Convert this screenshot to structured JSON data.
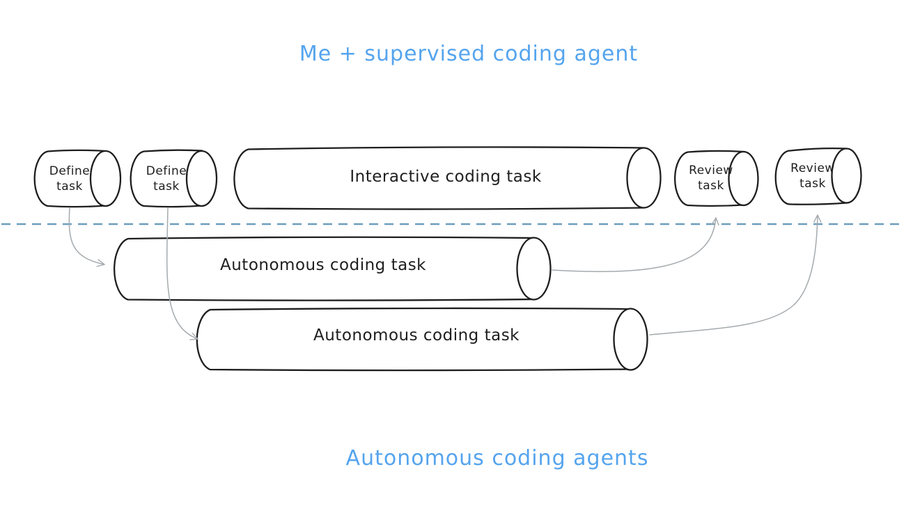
{
  "titles": {
    "top": "Me + supervised coding agent",
    "bottom": "Autonomous coding agents"
  },
  "nodes": {
    "define1": {
      "label": "Define task",
      "shape": "cylinder",
      "lane": "supervised"
    },
    "define2": {
      "label": "Define task",
      "shape": "cylinder",
      "lane": "supervised"
    },
    "interactive": {
      "label": "Interactive coding task",
      "shape": "cylinder",
      "lane": "supervised"
    },
    "review1": {
      "label": "Review task",
      "shape": "cylinder",
      "lane": "supervised"
    },
    "review2": {
      "label": "Review task",
      "shape": "cylinder",
      "lane": "supervised"
    },
    "auto1": {
      "label": "Autonomous coding task",
      "shape": "cylinder",
      "lane": "autonomous"
    },
    "auto2": {
      "label": "Autonomous coding task",
      "shape": "cylinder",
      "lane": "autonomous"
    }
  },
  "edges": [
    {
      "from": "define1",
      "to": "auto1"
    },
    {
      "from": "define2",
      "to": "auto2"
    },
    {
      "from": "auto1",
      "to": "review1"
    },
    {
      "from": "auto2",
      "to": "review2"
    }
  ],
  "divider": {
    "style": "dashed",
    "orientation": "horizontal"
  },
  "colors": {
    "title_blue": "#55a4ee",
    "divider_blue": "#6b9dbe",
    "shape_stroke": "#1e1e1e",
    "arrow_gray": "#a5aaad",
    "background": "#ffffff"
  }
}
